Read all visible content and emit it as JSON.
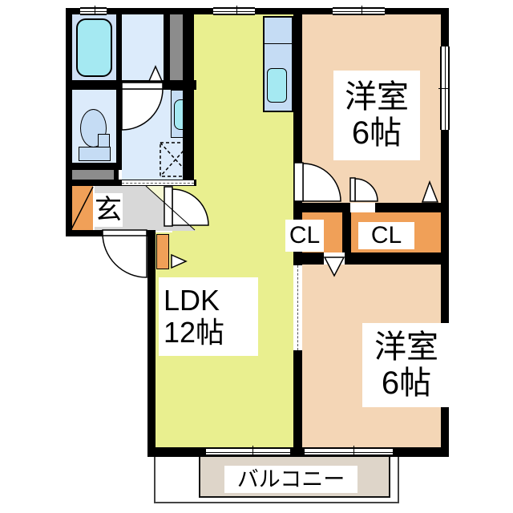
{
  "title": "apartment-floor-plan",
  "rooms": {
    "ldk": {
      "name": "LDK",
      "size": "12帖"
    },
    "bedroom_top": {
      "name": "洋室",
      "size": "6帖"
    },
    "bedroom_bottom": {
      "name": "洋室",
      "size": "6帖"
    },
    "genkan": {
      "label": "玄"
    },
    "closet_left": {
      "label": "CL"
    },
    "closet_right": {
      "label": "CL"
    },
    "balcony": {
      "label": "バルコニー"
    }
  },
  "fixtures": [
    "bathtub",
    "toilet",
    "vanity-sink",
    "washing-machine-space",
    "kitchen-counter",
    "kitchen-sink",
    "shoe-cabinet",
    "storage-cabinet"
  ],
  "colors": {
    "wall": "#000000",
    "ldk_floor": "#e9ef8f",
    "hall_floor": "#f6f8d2",
    "bedroom_floor": "#f4d6b6",
    "closet_fill": "#f0a058",
    "genkan_tile": "#d8d8d8",
    "balcony_floor": "#ded5c9",
    "bath_floor": "#cfe0f5",
    "wet_room_floor": "#dcebfb",
    "fixture_fill": "#c5dcf4",
    "water_fill": "#a5e9f2",
    "shaft_fill": "#8c8c8c"
  }
}
